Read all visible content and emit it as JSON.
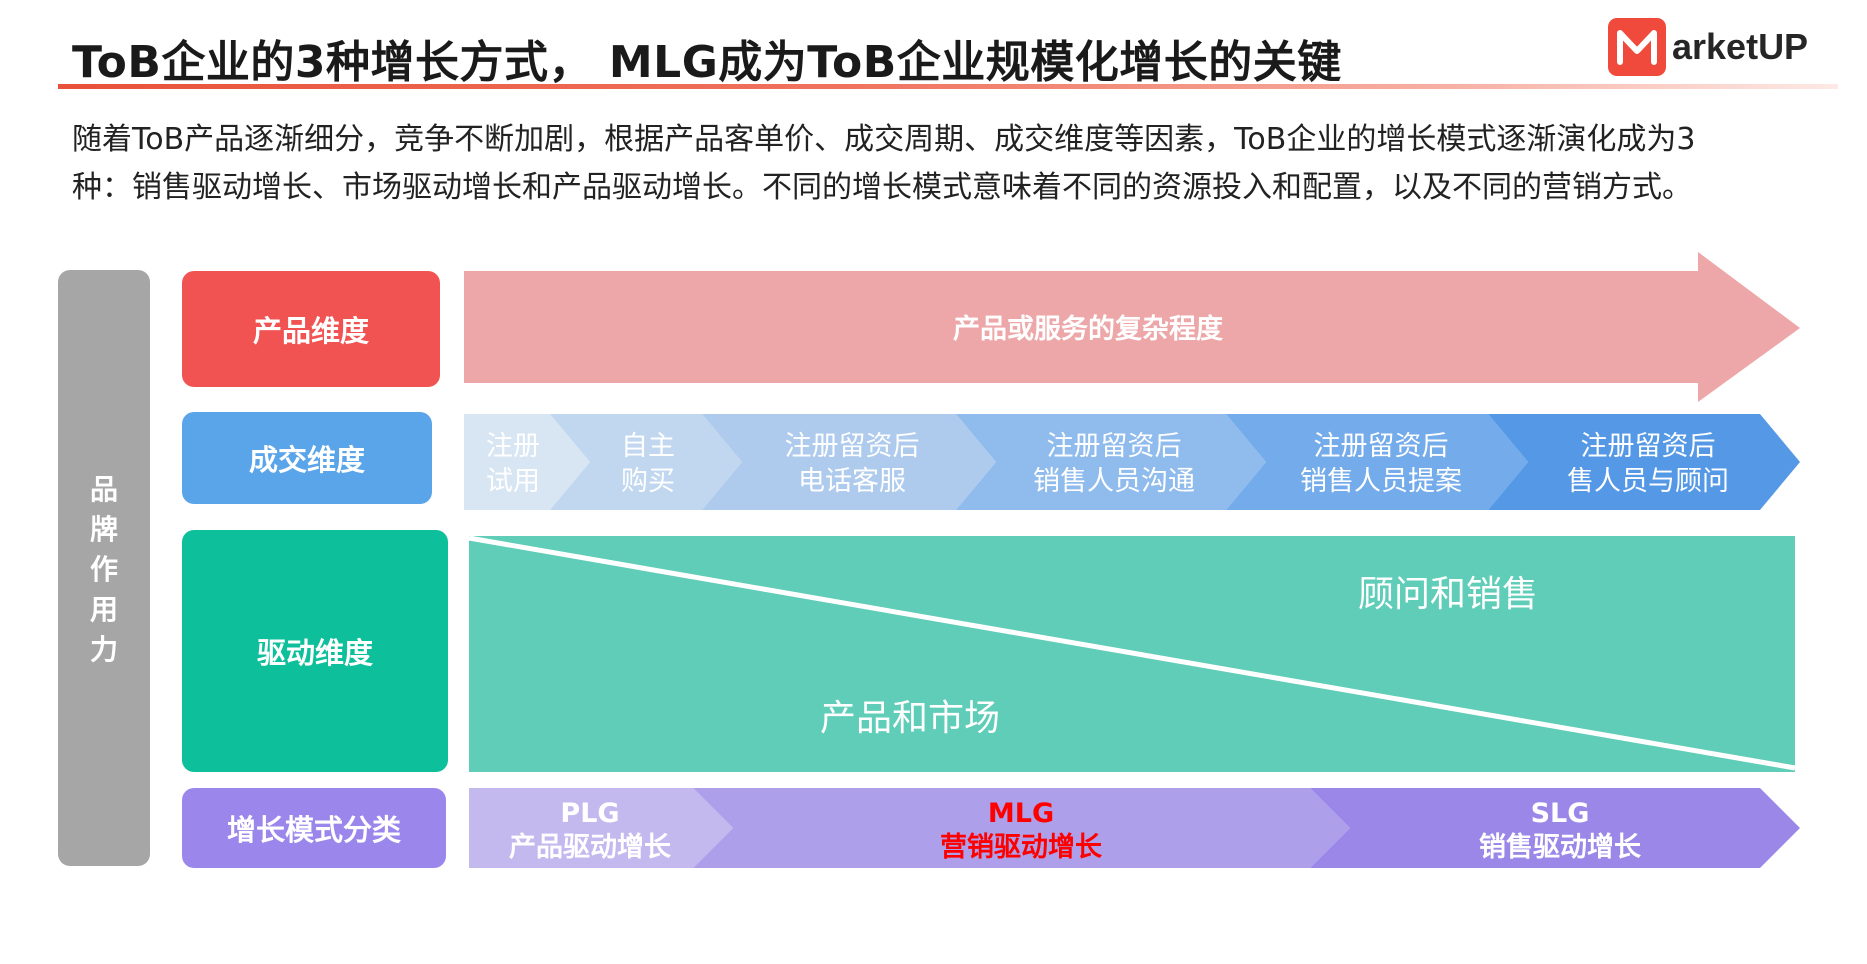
{
  "header": {
    "title": "ToB企业的3种增长方式， MLG成为ToB企业规模化增长的关键",
    "logo_text": "arketUP"
  },
  "intro": {
    "line1": "随着ToB产品逐渐细分，竞争不断加剧，根据产品客单价、成交周期、成交维度等因素，ToB企业的增长模式逐渐演化成为3",
    "line2": "种：销售驱动增长、市场驱动增长和产品驱动增长。不同的增长模式意味着不同的资源投入和配置，以及不同的营销方式。"
  },
  "side_label": [
    "品",
    "牌",
    "作",
    "用",
    "力"
  ],
  "dimensions": {
    "product": "产品维度",
    "deal": "成交维度",
    "drive": "驱动维度",
    "classification": "增长模式分类"
  },
  "product_arrow": {
    "label": "产品或服务的复杂程度"
  },
  "deal_steps": [
    {
      "line1": "注册",
      "line2": "试用"
    },
    {
      "line1": "自主",
      "line2": "购买"
    },
    {
      "line1": "注册留资后",
      "line2": "电话客服"
    },
    {
      "line1": "注册留资后",
      "line2": "销售人员沟通"
    },
    {
      "line1": "注册留资后",
      "line2": "销售人员提案"
    },
    {
      "line1": "注册留资后",
      "line2": "售人员与顾问"
    }
  ],
  "drive": {
    "upper_label": "顾问和销售",
    "lower_label": "产品和市场"
  },
  "growth_modes": [
    {
      "abbr": "PLG",
      "name": "产品驱动增长"
    },
    {
      "abbr": "MLG",
      "name": "营销驱动增长"
    },
    {
      "abbr": "SLG",
      "name": "销售驱动增长"
    }
  ],
  "colors": {
    "accent": "#ef4a3c",
    "product_dim": "#f15353",
    "deal_dim": "#5aa4ea",
    "drive_dim": "#0dbf9b",
    "class_dim": "#9b87ec",
    "product_arrow": "#eda7a8",
    "drive_area": "#5fcdb7",
    "mlg_highlight": "#ff0000",
    "brand_bar": "#a6a6a6"
  }
}
